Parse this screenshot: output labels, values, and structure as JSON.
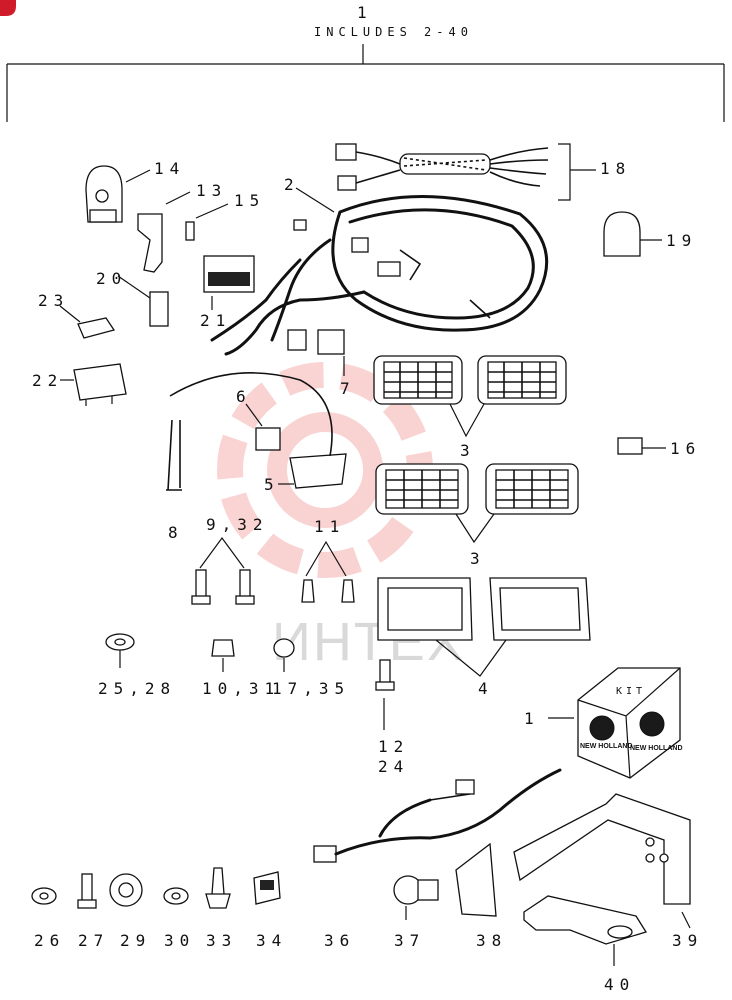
{
  "header": {
    "number": "1",
    "includes": "INCLUDES 2-40"
  },
  "watermark": {
    "text": "ИНТЕХ",
    "color": "#f08080"
  },
  "kit_box": {
    "label": "KIT",
    "brand": "NEW HOLLAND"
  },
  "callouts": {
    "c1": "1",
    "c2": "2",
    "c3a": "3",
    "c3b": "3",
    "c4": "4",
    "c5": "5",
    "c6": "6",
    "c7": "7",
    "c8": "8",
    "c9_32": "9,32",
    "c10_31": "10,31",
    "c11": "11",
    "c12": "12",
    "c13": "13",
    "c14": "14",
    "c15": "15",
    "c16": "16",
    "c17_35": "17,35",
    "c18": "18",
    "c19": "19",
    "c20": "20",
    "c21": "21",
    "c22": "22",
    "c23": "23",
    "c24": "24",
    "c25_28": "25,28",
    "c26": "26",
    "c27": "27",
    "c29": "29",
    "c30": "30",
    "c33": "33",
    "c34": "34",
    "c36": "36",
    "c37": "37",
    "c38": "38",
    "c39": "39",
    "c40": "40"
  }
}
